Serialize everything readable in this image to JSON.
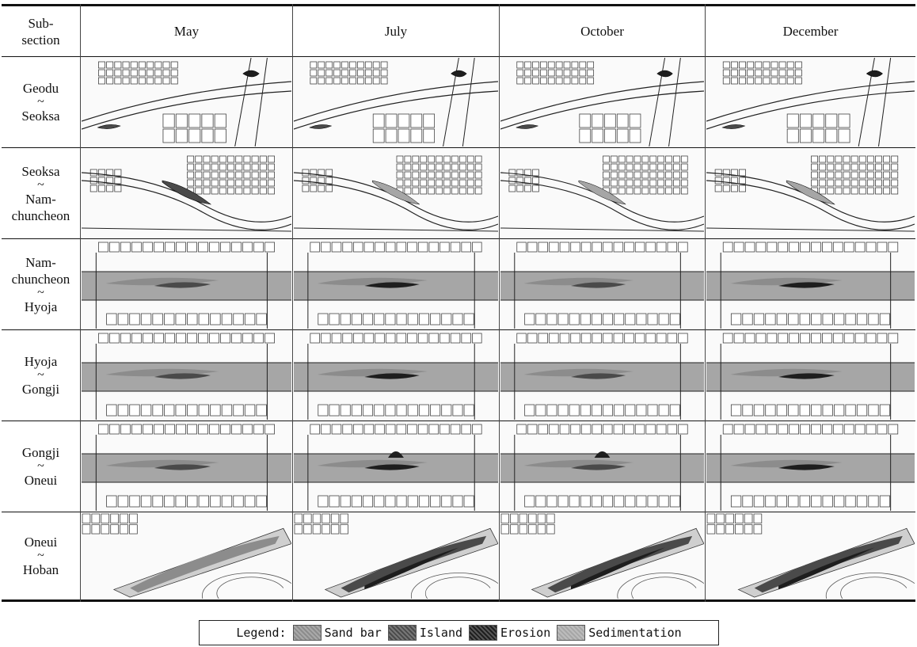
{
  "header": {
    "subsection_line1": "Sub-",
    "subsection_line2": "section",
    "months": [
      "May",
      "July",
      "October",
      "December"
    ]
  },
  "rows": [
    {
      "from": "Geodu",
      "sep": "~",
      "to_line1": "Seoksa",
      "to_line2": ""
    },
    {
      "from": "Seoksa",
      "sep": "~",
      "to_line1": "Nam-",
      "to_line2": "chuncheon"
    },
    {
      "from": "Nam-",
      "from2": "chuncheon",
      "sep": "~",
      "to_line1": "Hyoja",
      "to_line2": ""
    },
    {
      "from": "Hyoja",
      "sep": "~",
      "to_line1": "Gongji",
      "to_line2": ""
    },
    {
      "from": "Gongji",
      "sep": "~",
      "to_line1": "Oneui",
      "to_line2": ""
    },
    {
      "from": "Oneui",
      "sep": "~",
      "to_line1": "Hoban",
      "to_line2": ""
    }
  ],
  "legend": {
    "title": "Legend:",
    "items": [
      {
        "label": "Sand bar",
        "color": "#8c8c8c"
      },
      {
        "label": "Island",
        "color": "#4a4a4a"
      },
      {
        "label": "Erosion",
        "color": "#1e1e1e"
      },
      {
        "label": "Sedimentation",
        "color": "#a6a6a6"
      }
    ]
  }
}
